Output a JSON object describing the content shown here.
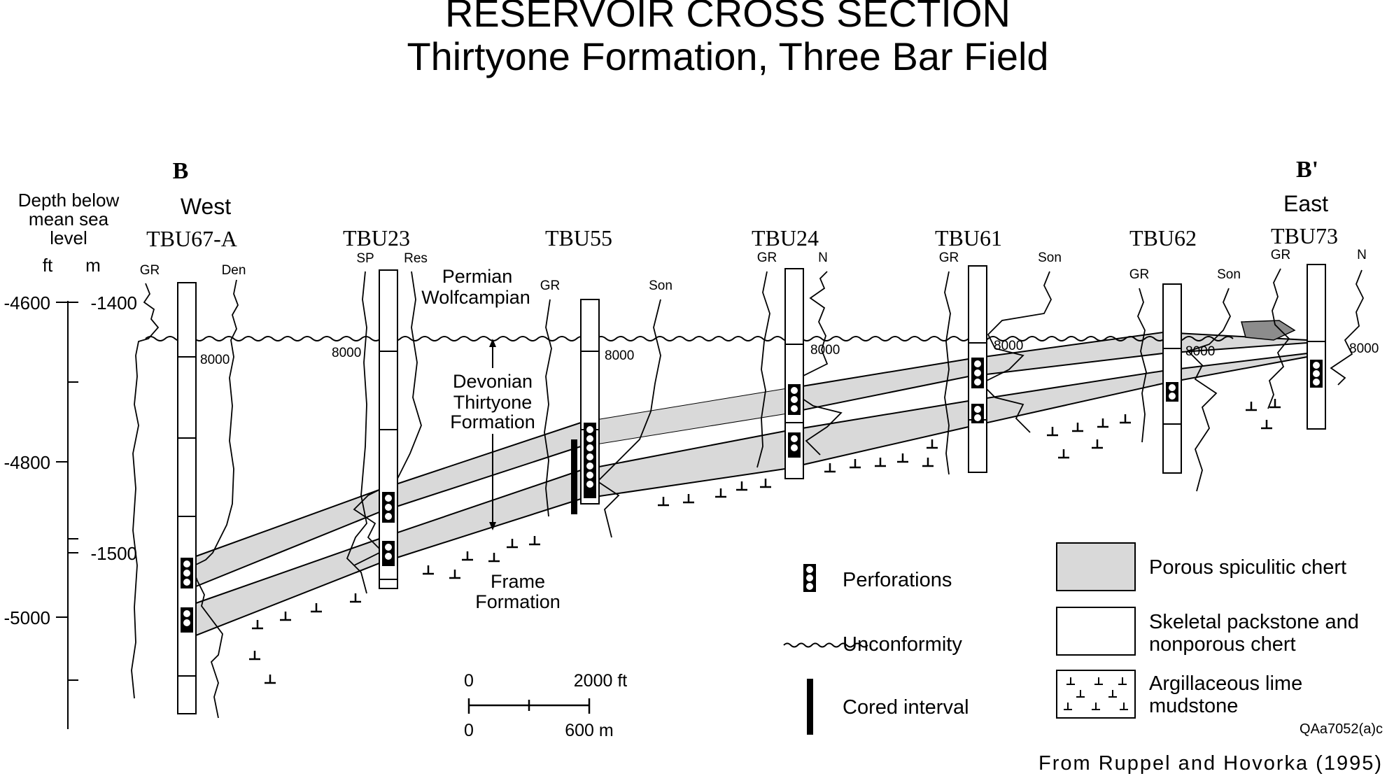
{
  "title": "RESERVOIR CROSS SECTION",
  "subtitle": "Thirtyone Formation, Three Bar Field",
  "endpoints": {
    "west_letter": "B",
    "west_label": "West",
    "east_letter": "B'",
    "east_label": "East"
  },
  "depth_axis": {
    "label_lines": [
      "Depth below",
      "mean sea",
      "level"
    ],
    "ft_unit": "ft",
    "m_unit": "m",
    "ft_ticks": [
      "-4600",
      "-4800",
      "-5000"
    ],
    "m_ticks": [
      "-1400",
      "-1500"
    ]
  },
  "wells": [
    {
      "name": "TBU67-A",
      "logs": [
        "GR",
        "Den"
      ],
      "depth_mark": "8000"
    },
    {
      "name": "TBU23",
      "logs": [
        "SP",
        "Res"
      ],
      "depth_mark": "8000"
    },
    {
      "name": "TBU55",
      "logs": [
        "GR",
        "Son"
      ],
      "depth_mark": "8000"
    },
    {
      "name": "TBU24",
      "logs": [
        "GR",
        "N"
      ],
      "depth_mark": "8000"
    },
    {
      "name": "TBU61",
      "logs": [
        "GR",
        "Son"
      ],
      "depth_mark": "8000"
    },
    {
      "name": "TBU62",
      "logs": [
        "GR",
        "Son"
      ],
      "depth_mark": "8000"
    },
    {
      "name": "TBU73",
      "logs": [
        "GR",
        "N"
      ],
      "depth_mark": "8000"
    }
  ],
  "units": {
    "permian": [
      "Permian",
      "Wolfcampian"
    ],
    "devonian": [
      "Devonian",
      "Thirtyone",
      "Formation"
    ],
    "frame": [
      "Frame",
      "Formation"
    ]
  },
  "scale_bar": {
    "ft_start": "0",
    "ft_end": "2000 ft",
    "m_start": "0",
    "m_end": "600 m"
  },
  "legend": {
    "perforations": "Perforations",
    "unconformity": "Unconformity",
    "cored_interval": "Cored interval",
    "porous_chert": "Porous spiculitic chert",
    "skeletal_lines": [
      "Skeletal packstone and",
      "nonporous chert"
    ],
    "argillaceous_lines": [
      "Argillaceous lime",
      "mudstone"
    ]
  },
  "figure_id": "QAa7052(a)c",
  "citation": "From Ruppel and Hovorka (1995)",
  "colors": {
    "porous_fill": "#d9d9d9",
    "unconformity_fill": "#8c8c8c",
    "line": "#000000"
  }
}
